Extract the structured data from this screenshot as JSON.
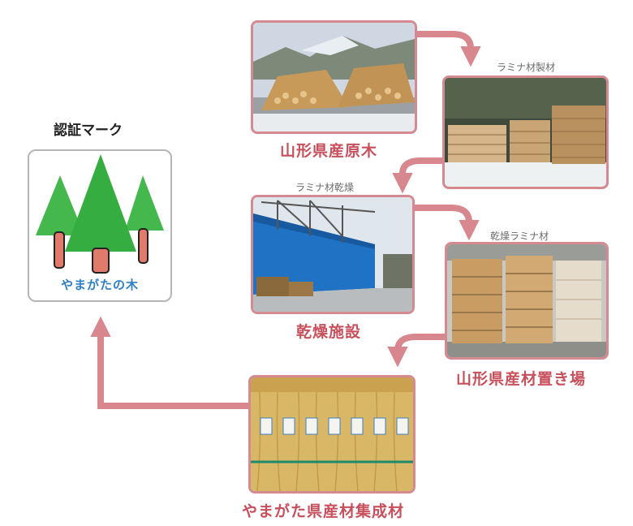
{
  "certification": {
    "title": "認証マーク",
    "logo_text": "やまがたの木"
  },
  "steps": [
    {
      "caption": "山形県産原木",
      "photo": "logs-photo"
    },
    {
      "label": "ラミナ材製材",
      "photo": "lamina-sawmill-photo"
    },
    {
      "label": "ラミナ材乾燥",
      "caption": "乾燥施設",
      "photo": "drying-facility-photo"
    },
    {
      "label": "乾燥ラミナ材",
      "caption": "山形県産材置き場",
      "photo": "lumber-yard-photo"
    },
    {
      "caption": "やまがた県産材集成材",
      "photo": "glulam-board-photo"
    }
  ],
  "colors": {
    "accent": "#c8505c",
    "frame": "#d58a91",
    "arrow": "#d9878f",
    "logo_text": "#2f7fc4",
    "tree_green": "#3fb54a",
    "trunk": "#e07a6a"
  },
  "icons": [
    "tree-icon",
    "flow-arrow"
  ]
}
